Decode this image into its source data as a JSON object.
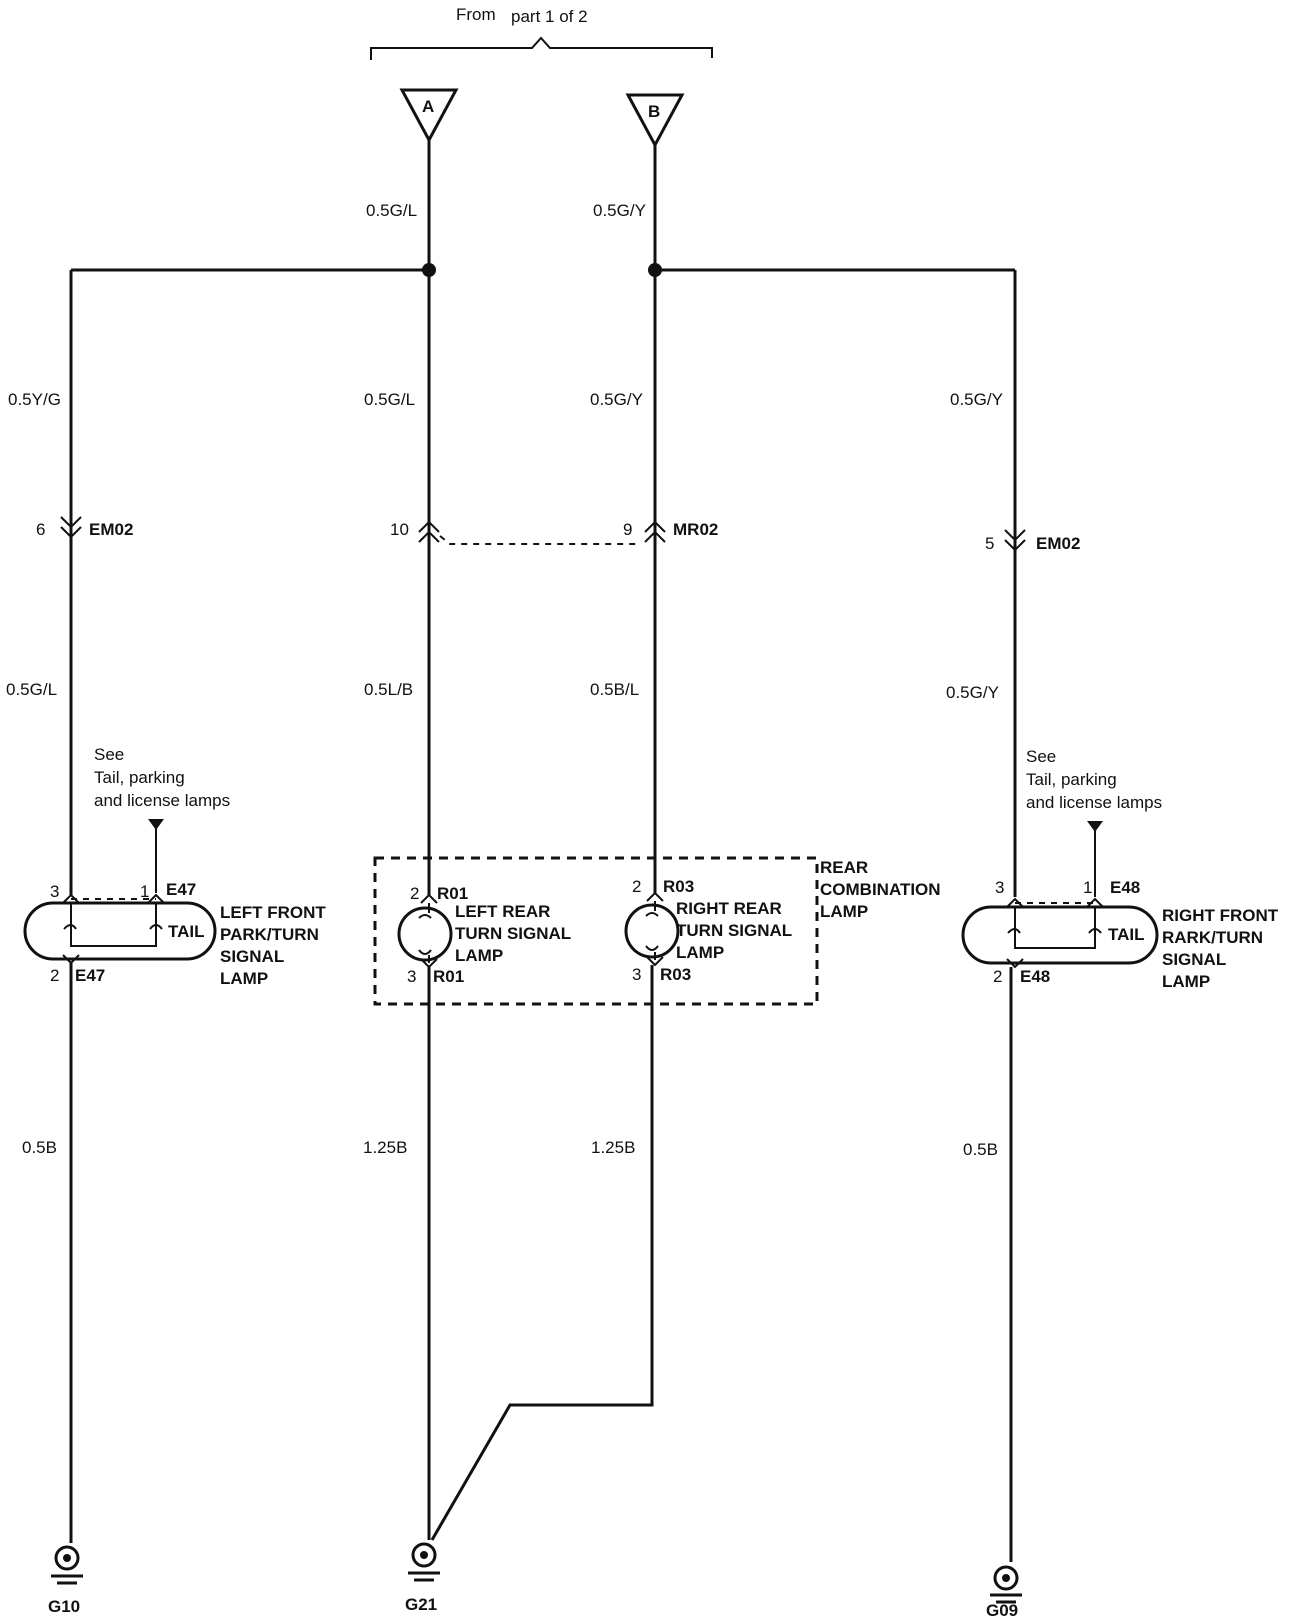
{
  "header": {
    "from_label": "From",
    "part_label": "part 1 of 2"
  },
  "connectors_in": {
    "a": "A",
    "b": "B"
  },
  "wires": {
    "top_a": "0.5G/L",
    "top_b": "0.5G/Y",
    "left_upper": "0.5Y/G",
    "a_mid": "0.5G/L",
    "b_mid": "0.5G/Y",
    "right_upper": "0.5G/Y",
    "left_lower": "0.5G/L",
    "a_lower": "0.5L/B",
    "b_lower": "0.5B/L",
    "right_lower": "0.5G/Y",
    "left_ground": "0.5B",
    "a_ground": "1.25B",
    "b_ground": "1.25B",
    "right_ground": "0.5B"
  },
  "connectors": {
    "em02_left": {
      "pin": "6",
      "name": "EM02"
    },
    "mr02_a": {
      "pin": "10"
    },
    "mr02_b": {
      "pin": "9",
      "name": "MR02"
    },
    "em02_right": {
      "pin": "5",
      "name": "EM02"
    }
  },
  "notes": {
    "left_see": [
      "See",
      "Tail, parking",
      "and license lamps"
    ],
    "right_see": [
      "See",
      "Tail, parking",
      "and license lamps"
    ]
  },
  "left_front_lamp": {
    "pin_in": "3",
    "pin_tail": "1",
    "conn_top": "E47",
    "pin_out": "2",
    "conn_bottom": "E47",
    "tail_label": "TAIL",
    "name_lines": [
      "LEFT FRONT",
      "PARK/TURN",
      "SIGNAL",
      "LAMP"
    ]
  },
  "right_front_lamp": {
    "pin_in": "3",
    "pin_tail": "1",
    "conn_top": "E48",
    "pin_out": "2",
    "conn_bottom": "E48",
    "tail_label": "TAIL",
    "name_lines": [
      "RIGHT FRONT",
      "RARK/TURN",
      "SIGNAL",
      "LAMP"
    ]
  },
  "rear_combination": {
    "title_lines": [
      "REAR",
      "COMBINATION",
      "LAMP"
    ],
    "left": {
      "pin_in": "2",
      "conn_in": "R01",
      "pin_out": "3",
      "conn_out": "R01",
      "name_lines": [
        "LEFT REAR",
        "TURN SIGNAL",
        "LAMP"
      ]
    },
    "right": {
      "pin_in": "2",
      "conn_in": "R03",
      "pin_out": "3",
      "conn_out": "R03",
      "name_lines": [
        "RIGHT REAR",
        "TURN SIGNAL",
        "LAMP"
      ]
    }
  },
  "grounds": {
    "left": "G10",
    "center": "G21",
    "right": "G09"
  }
}
